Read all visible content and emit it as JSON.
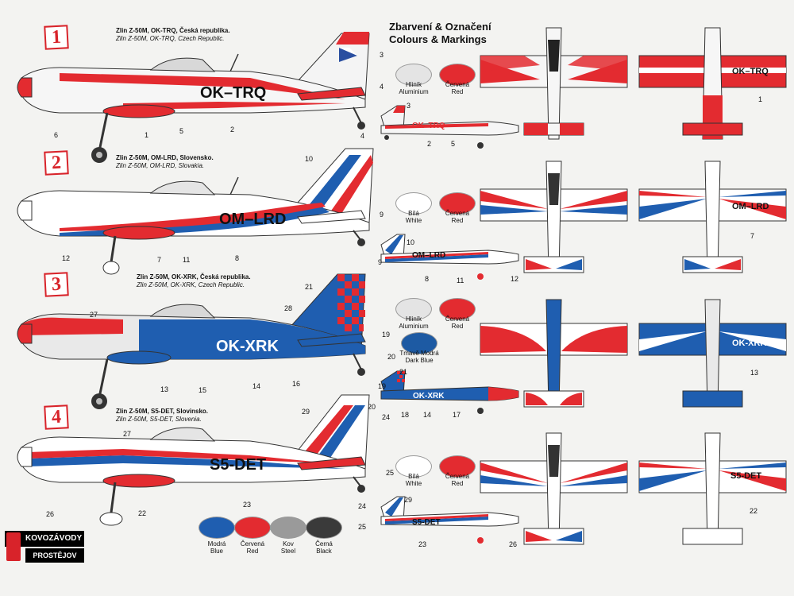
{
  "heading": {
    "line1": "Zbarvení & Označení",
    "line2": "Colours & Markings"
  },
  "variants": [
    {
      "num": "1",
      "caption_cz": "Zlin Z-50M, OK-TRQ, Česká republika.",
      "caption_en": "Zlin Z-50M, OK-TRQ, Czech Republic.",
      "registration": "OK–TRQ"
    },
    {
      "num": "2",
      "caption_cz": "Zlin Z-50M, OM-LRD, Slovensko.",
      "caption_en": "Zlin Z-50M, OM-LRD, Slovakia.",
      "registration": "OM–LRD"
    },
    {
      "num": "3",
      "caption_cz": "Zlin Z-50M, OK-XRK, Česká republika.",
      "caption_en": "Zlin Z-50M, OK-XRK, Czech Republic.",
      "registration": "OK-XRK"
    },
    {
      "num": "4",
      "caption_cz": "Zlin Z-50M, S5-DET, Slovinsko.",
      "caption_en": "Zlin Z-50M, S5-DET, Slovenia.",
      "registration": "S5-DET"
    }
  ],
  "swatches": {
    "v1": [
      {
        "cz": "Hliník",
        "en": "Aluminium",
        "color": "#e4e4e4"
      },
      {
        "cz": "Červená",
        "en": "Red",
        "color": "#e32b30"
      }
    ],
    "v2": [
      {
        "cz": "Bílá",
        "en": "White",
        "color": "#ffffff"
      },
      {
        "cz": "Červená",
        "en": "Red",
        "color": "#e32b30"
      }
    ],
    "v3": [
      {
        "cz": "Hliník",
        "en": "Aluminium",
        "color": "#e4e4e4"
      },
      {
        "cz": "Červená",
        "en": "Red",
        "color": "#e32b30"
      },
      {
        "cz": "Tmavě Modrá",
        "en": "Dark Blue",
        "color": "#1d5aa3"
      }
    ],
    "v4": [
      {
        "cz": "Bílá",
        "en": "White",
        "color": "#ffffff"
      },
      {
        "cz": "Červená",
        "en": "Red",
        "color": "#e32b30"
      }
    ],
    "general": [
      {
        "cz": "Modrá",
        "en": "Blue",
        "color": "#1f5eb0"
      },
      {
        "cz": "Červená",
        "en": "Red",
        "color": "#e32b30"
      },
      {
        "cz": "Kov",
        "en": "Steel",
        "color": "#9a9a9a"
      },
      {
        "cz": "Černá",
        "en": "Black",
        "color": "#3a3a3a"
      }
    ]
  },
  "callouts": {
    "v1": [
      "3",
      "4",
      "6",
      "1",
      "5",
      "2",
      "3",
      "4",
      "2",
      "5",
      "1"
    ],
    "v2": [
      "10",
      "9",
      "12",
      "7",
      "11",
      "8",
      "10",
      "9",
      "8",
      "11",
      "12",
      "7"
    ],
    "v3": [
      "21",
      "28",
      "27",
      "19",
      "20",
      "13",
      "15",
      "14",
      "16",
      "21",
      "19",
      "20",
      "18",
      "14",
      "17",
      "13"
    ],
    "v4": [
      "27",
      "29",
      "24",
      "26",
      "22",
      "23",
      "25",
      "29",
      "24",
      "25",
      "23",
      "26",
      "22"
    ]
  },
  "logo": {
    "top": "KOVOZÁVODY",
    "bottom": "PROSTĚJOV"
  },
  "colors": {
    "red": "#e32b30",
    "blue": "#1f5eb0",
    "white": "#ffffff",
    "outline": "#333333"
  }
}
